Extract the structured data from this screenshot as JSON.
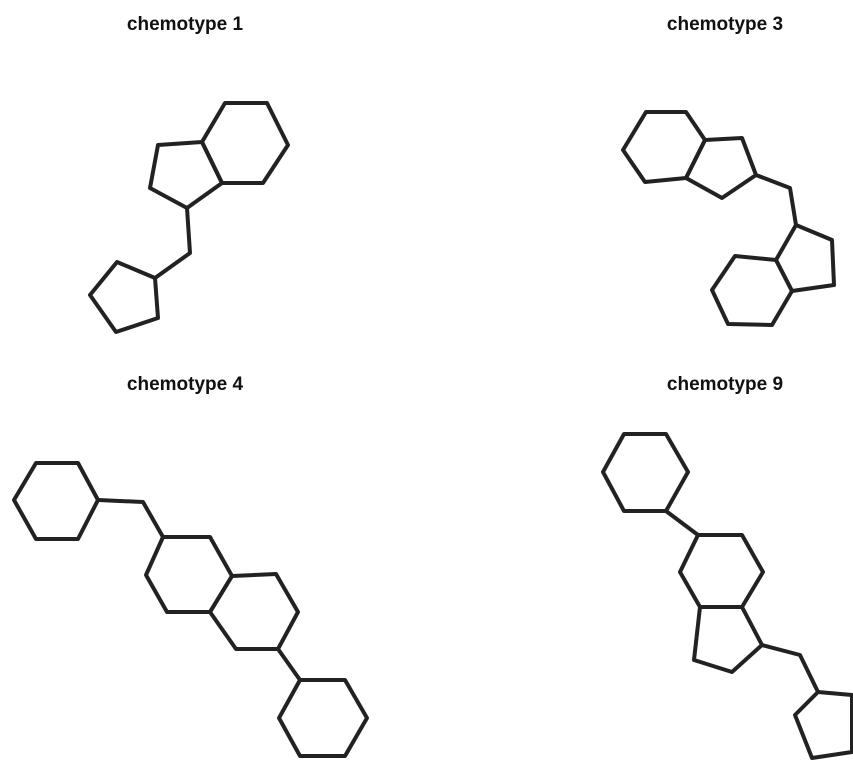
{
  "chemotypes": [
    {
      "label": "chemotype 1"
    },
    {
      "label": "chemotype 3"
    },
    {
      "label": "chemotype 4"
    },
    {
      "label": "chemotype 9"
    }
  ]
}
